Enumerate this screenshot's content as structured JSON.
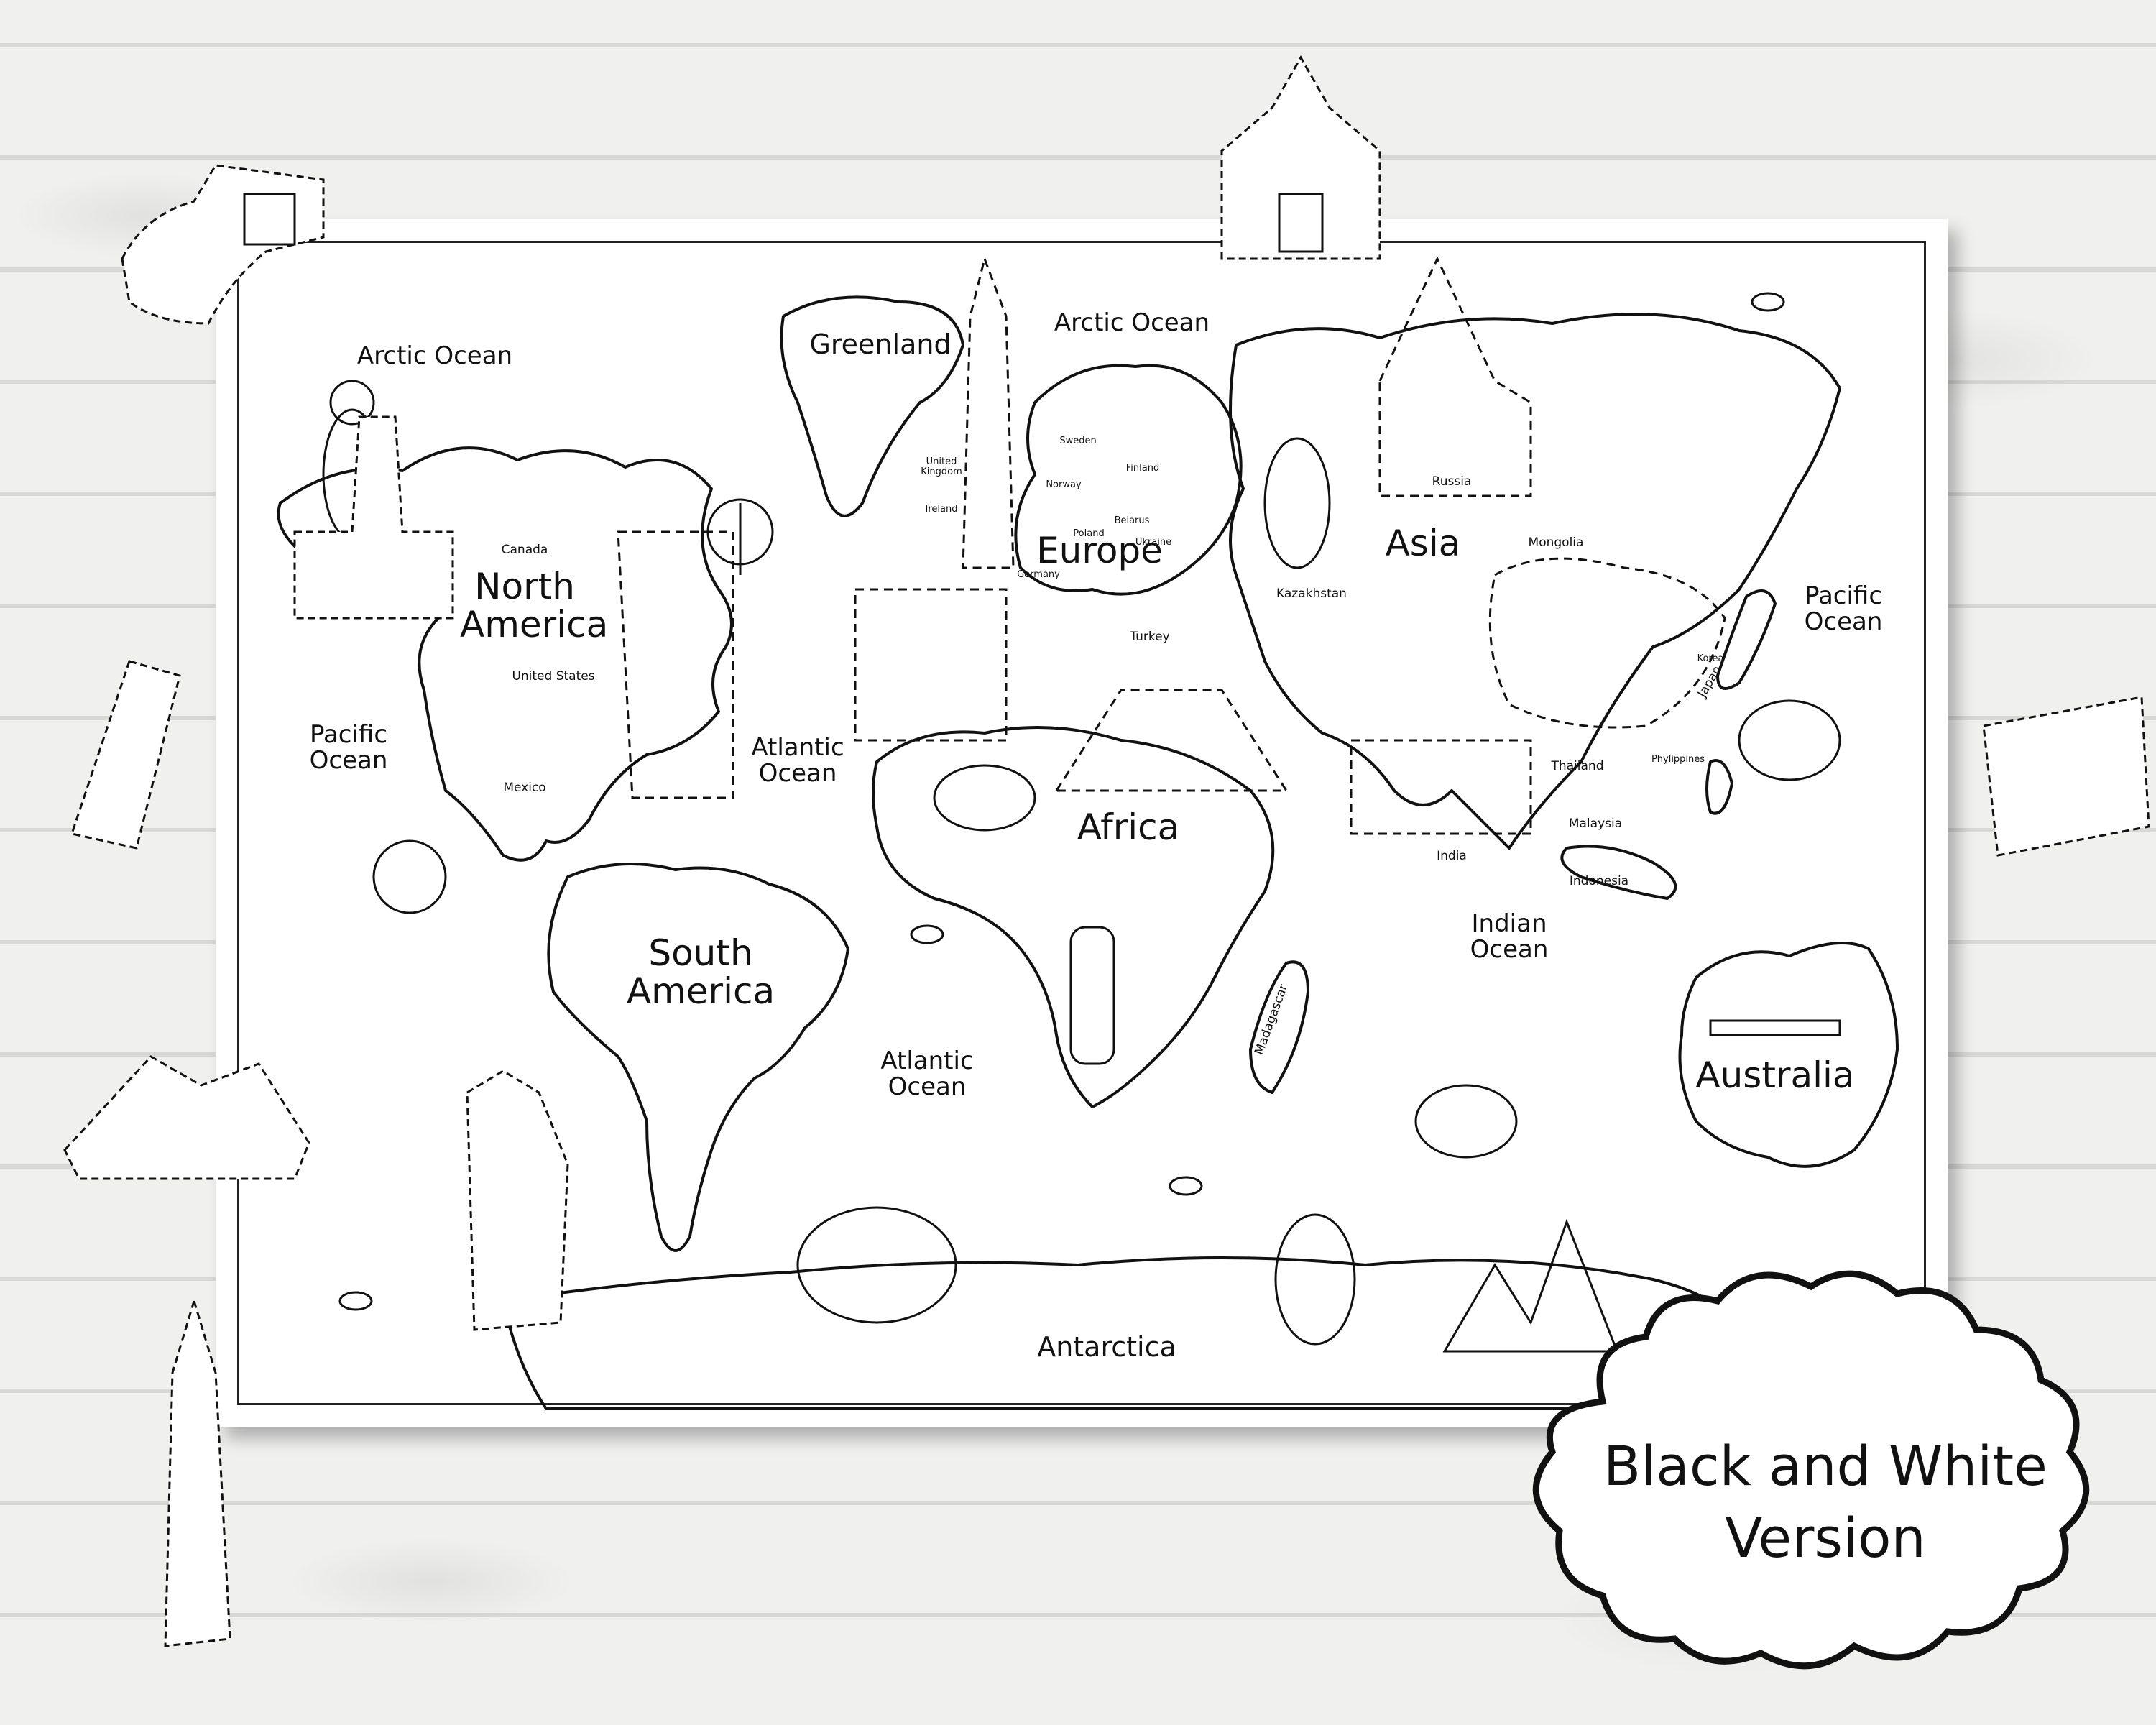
{
  "continents": {
    "north_america": "North\nAmerica",
    "south_america": "South\nAmerica",
    "europe": "Europe",
    "africa": "Africa",
    "asia": "Asia",
    "australia": "Australia",
    "antarctica": "Antarctica",
    "greenland": "Greenland"
  },
  "oceans": {
    "arctic_west": "Arctic Ocean",
    "arctic_east": "Arctic Ocean",
    "pacific_west": "Pacific\nOcean",
    "pacific_east": "Pacific\nOcean",
    "atlantic_north": "Atlantic\nOcean",
    "atlantic_south": "Atlantic\nOcean",
    "indian": "Indian\nOcean"
  },
  "countries": {
    "canada": "Canada",
    "united_states": "United States",
    "mexico": "Mexico",
    "sweden": "Sweden",
    "norway": "Norway",
    "finland": "Finland",
    "united_kingdom": "United\nKingdom",
    "ireland": "Ireland",
    "russia": "Russia",
    "mongolia": "Mongolia",
    "kazakhstan": "Kazakhstan",
    "turkey": "Turkey",
    "india": "India",
    "thailand": "Thailand",
    "phylippines": "Phylippines",
    "malaysia": "Malaysia",
    "indonesia": "Indonesia",
    "japan": "Japan",
    "korea": "Korea",
    "madagascar": "Madagascar",
    "poland": "Poland",
    "ukraine": "Ukraine",
    "germany": "Germany",
    "belarus": "Belarus"
  },
  "badge": {
    "line1": "Black and White",
    "line2": "Version"
  },
  "colors": {
    "wall": "#efefee",
    "paper": "#ffffff",
    "ink": "#111111"
  }
}
